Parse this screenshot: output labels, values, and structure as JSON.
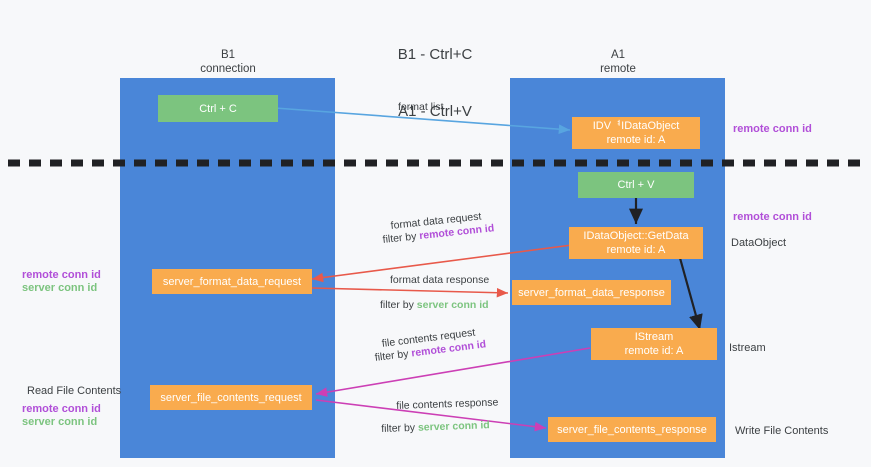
{
  "diagram": {
    "title_line1": "B1 - Ctrl+C",
    "title_line2": "A1 - Ctrl+V",
    "background": "#f7f8fa",
    "lane_color": "#4a86d8",
    "green_color": "#7cc47f",
    "orange_color": "#f9ab4e",
    "purple_color": "#b14fd8",
    "columns": [
      {
        "name": "B1",
        "sub": "connection"
      },
      {
        "name": "A1",
        "sub": "remote"
      }
    ],
    "nodes": [
      {
        "id": "ctrl-c",
        "label": "Ctrl + C",
        "sub": "",
        "color": "green"
      },
      {
        "id": "idataobject",
        "label": "IDVᅧIDataObject",
        "sub": "remote id: A",
        "color": "orange"
      },
      {
        "id": "ctrl-v",
        "label": "Ctrl + V",
        "sub": "",
        "color": "green"
      },
      {
        "id": "getdata",
        "label": "IDataObject::GetData",
        "sub": "remote id: A",
        "color": "orange"
      },
      {
        "id": "server-format-data-request",
        "label": "server_format_data_request",
        "sub": "",
        "color": "orange"
      },
      {
        "id": "server-format-data-response",
        "label": "server_format_data_response",
        "sub": "",
        "color": "orange"
      },
      {
        "id": "istream",
        "label": "IStream",
        "sub": "remote id: A",
        "color": "orange"
      },
      {
        "id": "server-file-contents-request",
        "label": "server_file_contents_request",
        "sub": "",
        "color": "orange"
      },
      {
        "id": "server-file-contents-response",
        "label": "server_file_contents_response",
        "sub": "",
        "color": "orange"
      }
    ],
    "edge_labels": {
      "format_list": "format list",
      "format_data_request": "format data request",
      "format_data_request_filter_prefix": "filter by ",
      "format_data_request_filter_key": "remote conn id",
      "format_data_response": "format data response",
      "format_data_response_filter_prefix": "filter by ",
      "format_data_response_filter_key": "server conn id",
      "file_contents_request": "file contents request",
      "file_contents_request_filter_prefix": "filter by ",
      "file_contents_request_filter_key": "remote conn id",
      "file_contents_response": "file contents response",
      "file_contents_response_filter_prefix": "filter by ",
      "file_contents_response_filter_key": "server conn id"
    },
    "right_labels": [
      {
        "id": "remote-conn-id-top",
        "text": "remote conn id",
        "style": "purple"
      },
      {
        "id": "remote-conn-id-mid",
        "text": "remote conn id",
        "style": "purple"
      },
      {
        "id": "dataobject",
        "text": "DataObject",
        "style": "plain"
      },
      {
        "id": "istream-label",
        "text": "Istream",
        "style": "plain"
      },
      {
        "id": "write-file-contents",
        "text": "Write File Contents",
        "style": "plain"
      }
    ],
    "left_labels": [
      {
        "id": "remote-conn-id-left",
        "text": "remote conn id",
        "style": "purple"
      },
      {
        "id": "server-conn-id-left",
        "text": "server conn id",
        "style": "green"
      },
      {
        "id": "read-file-contents",
        "text": "Read File Contents",
        "style": "plain"
      },
      {
        "id": "remote-conn-id-left2",
        "text": "remote conn id",
        "style": "purple"
      },
      {
        "id": "server-conn-id-left2",
        "text": "server conn id",
        "style": "green"
      }
    ]
  }
}
